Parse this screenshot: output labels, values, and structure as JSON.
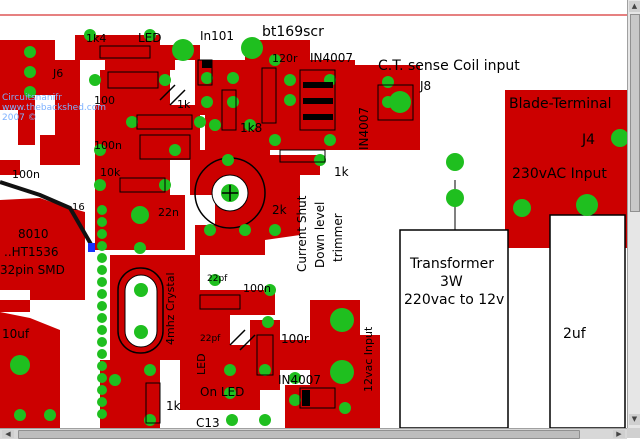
{
  "canvas": {
    "background": "#ffffff",
    "copper": "#cc0000",
    "pad": "#1fbf1f",
    "trace": "#cc0000",
    "outline": "#000000"
  },
  "labels": {
    "j6": "J6",
    "led1": "LED",
    "in101": "In101",
    "bt169": "bt169scr",
    "r120": "120r",
    "in4007a": "IN4007",
    "ct_sense": "C.T. sense Coil input",
    "j8": "J8",
    "blade": "Blade-Terminal",
    "j4": "J4",
    "ac_input": "230vAC Input",
    "r1k4": "1k4",
    "r100": "100",
    "r1k_a": "1k",
    "r1k8": "1k8",
    "in4007b": "IN4007",
    "c100n_a": "100n",
    "r10k": "10k",
    "r1k_b": "1k",
    "c100n_b": "100n",
    "shutdown_1": "Current Shut",
    "shutdown_2": "Down level",
    "shutdown_3": "trimmer",
    "trim2k": "2k",
    "c22n": "22n",
    "pin16": "16",
    "chip_1": "8010",
    "chip_2": "..HT1536",
    "chip_3": "32pin SMD",
    "c22pf_a": "22pf",
    "c22pf_b": "22pf",
    "crystal": "4mhz Crystal",
    "c100n_c": "100n",
    "c10uf": "10uf",
    "led2": "LED",
    "on_led": "On LED",
    "r100r": "100r",
    "in4007c": "IN4007",
    "vac12": "12vac Input",
    "c13": "C13",
    "r1k_c": "1k",
    "xf_1": "Transformer",
    "xf_2": "3W",
    "xf_3": "220vac to 12v",
    "cap2uf": "2uf",
    "wm_1": "Circuitsnanifr",
    "wm_2": "www.thebackshed.com",
    "wm_3": "2007 ©"
  }
}
